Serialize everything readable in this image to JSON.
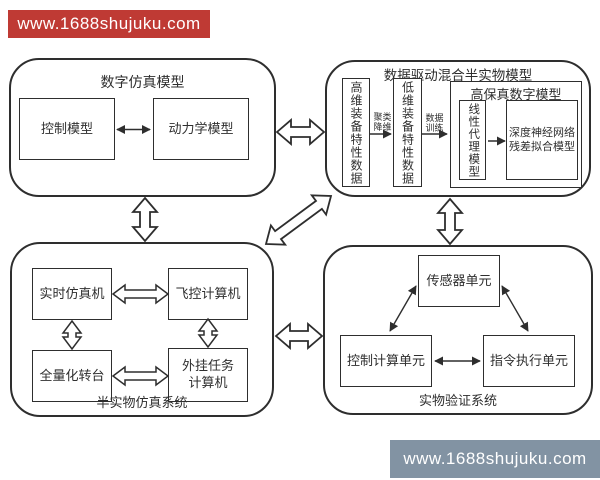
{
  "watermarks": {
    "top": {
      "text": "www.1688shujuku.com",
      "bg_color": "#bf3a34"
    },
    "bottom": {
      "text": "www.1688shujuku.com",
      "bg_color": "#8293a3"
    }
  },
  "colors": {
    "line": "#2e2e2e",
    "background": "#ffffff"
  },
  "diagram": {
    "digital_sim": {
      "title": "数字仿真模型",
      "control_model": "控制模型",
      "dynamics_model": "动力学模型"
    },
    "data_driven": {
      "title": "数据驱动混合半实物模型",
      "high_dim_data": "高维装备特性数据",
      "cluster_reduce_label": "聚类\n降维",
      "low_dim_data": "低维装备特性数据",
      "data_training_label": "数据\n训练",
      "hifi_model": {
        "title": "高保真数字模型",
        "linear_proxy": "线性代理模型",
        "dnn_residual": "深度神经网络\n残差拟合模型"
      }
    },
    "hil_sim": {
      "title": "半实物仿真系统",
      "realtime_sim": "实时仿真机",
      "flight_control_computer": "飞控计算机",
      "turntable": "全量化转台",
      "pod_task_computer": "外挂任务\n计算机"
    },
    "physical_verify": {
      "title": "实物验证系统",
      "sensor_unit": "传感器单元",
      "control_compute_unit": "控制计算单元",
      "command_exec_unit": "指令执行单元"
    }
  }
}
